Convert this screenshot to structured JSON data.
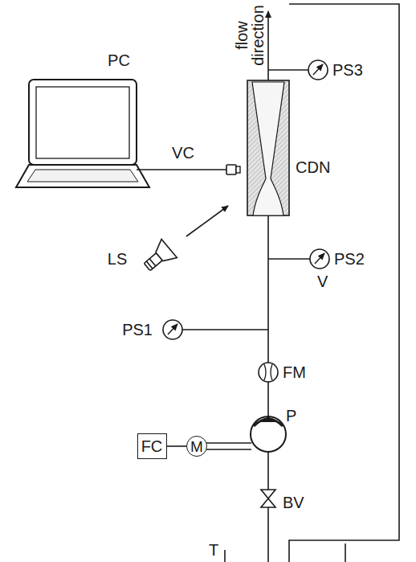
{
  "diagram": {
    "nodes": [
      {
        "text": [
          "FC"
        ]
      },
      {
        "text": [
          "M"
        ]
      }
    ],
    "edges": [
      {
        "from": 0,
        "to": 1,
        "arrow": "none"
      }
    ],
    "labels": [
      "PC",
      "flow direction",
      "PS3",
      "VC",
      "CDN",
      "LS",
      "PS2",
      "V",
      "PS1",
      "FM",
      "P",
      "BV",
      "T"
    ]
  }
}
